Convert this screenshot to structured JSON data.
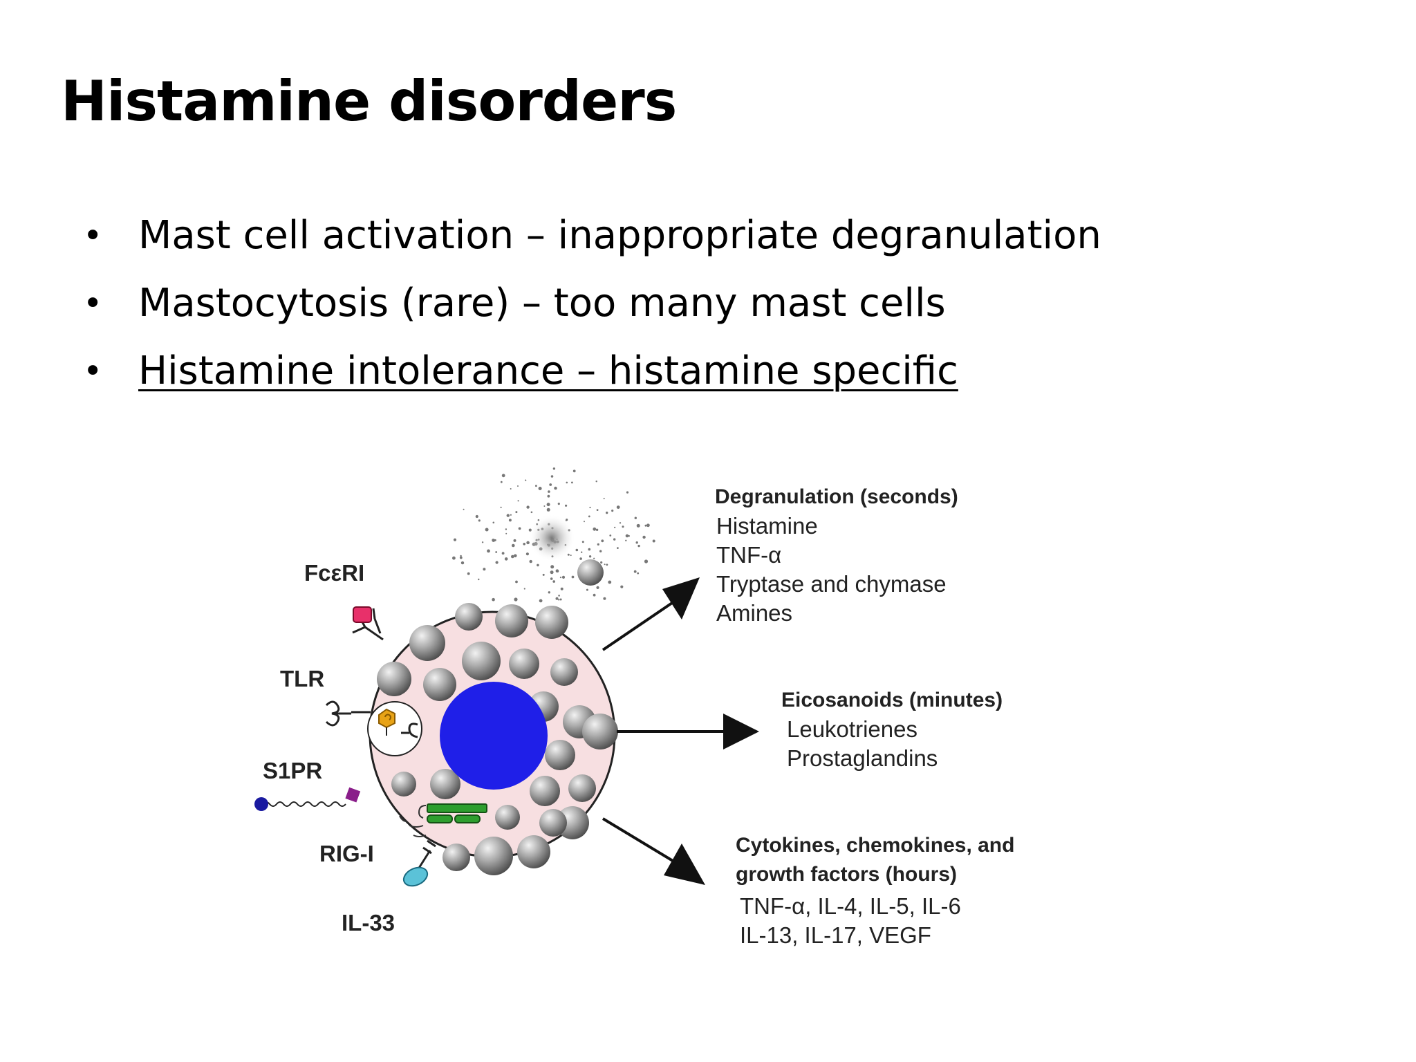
{
  "slide": {
    "title": "Histamine disorders",
    "bullets": [
      "Mast cell activation – inappropriate degranulation",
      "Mastocytosis  (rare) – too many mast cells",
      "Histamine intolerance – histamine specific"
    ]
  },
  "diagram": {
    "receptors": {
      "fceri": "FcεRI",
      "tlr": "TLR",
      "s1pr": "S1PR",
      "rigi": "RIG-I",
      "il33": "IL-33"
    },
    "outputs": {
      "degranulation": {
        "heading": "Degranulation (seconds)",
        "items": [
          "Histamine",
          "TNF-α",
          "Tryptase and chymase",
          "Amines"
        ]
      },
      "eicosanoids": {
        "heading": "Eicosanoids (minutes)",
        "items": [
          "Leukotrienes",
          "Prostaglandins"
        ]
      },
      "cytokines": {
        "heading_line1": "Cytokines, chemokines, and",
        "heading_line2": "growth factors (hours)",
        "items": [
          "TNF-α, IL-4, IL-5, IL-6",
          "IL-13, IL-17, VEGF"
        ]
      }
    },
    "colors": {
      "cytoplasm": "#f7dfe1",
      "nucleus": "#1f1fe8",
      "granule": "#8a8a8a",
      "fceri_receptor": "#e8306a",
      "s1pr_receptor": "#8a1e8a",
      "s1p_ligand": "#1a1aa0",
      "il33_receptor": "#5bc2d8",
      "rigi_receptor": "#2e9e2e",
      "tlr_ligand": "#e8a317"
    }
  }
}
